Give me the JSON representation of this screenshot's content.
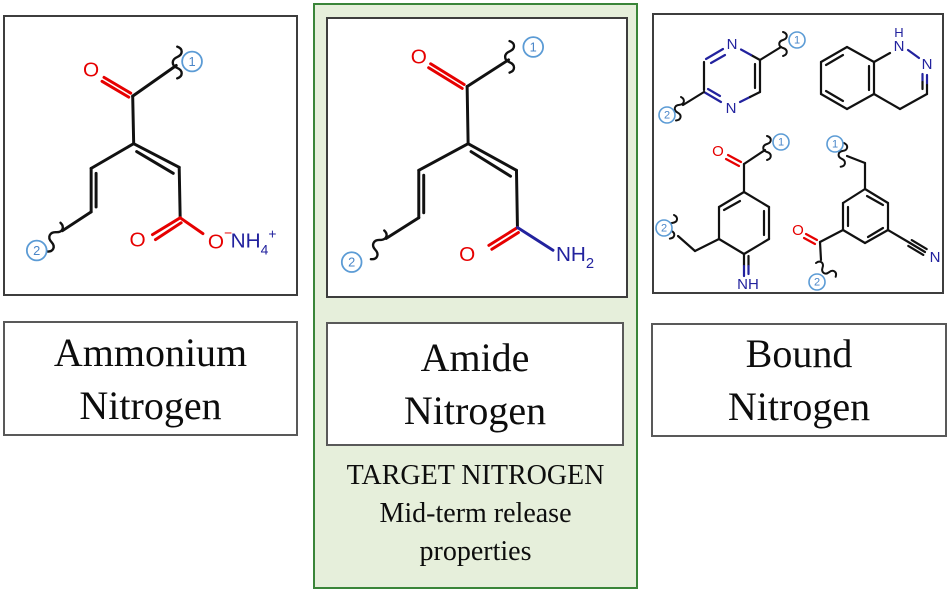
{
  "colors": {
    "bond_black": "#111111",
    "heteroatom_red": "#e60000",
    "heteroatom_blue": "#22229e",
    "attachment_circle_blue": "#5b9bd5",
    "green_panel_fill": "#e6efdb",
    "green_panel_border": "#3a8539"
  },
  "left_panel": {
    "label_line1": "Ammonium",
    "label_line2": "Nitrogen",
    "structure": {
      "carbonyl_o": "O",
      "attach_1": "1",
      "attach_2": "2",
      "acid_o": "O",
      "carboxylate_o": "O",
      "charge_minus": "−",
      "counterion": "NH",
      "counterion_sub": "4",
      "counterion_sup": "+"
    }
  },
  "middle_panel": {
    "label_line1": "Amide",
    "label_line2": "Nitrogen",
    "caption_line1": "TARGET NITROGEN",
    "caption_line2": "Mid-term release",
    "caption_line3": "properties",
    "structure": {
      "carbonyl_o": "O",
      "attach_1": "1",
      "attach_2": "2",
      "amide_o": "O",
      "amide_n": "NH",
      "amide_sub": "2"
    }
  },
  "right_panel": {
    "label_line1": "Bound",
    "label_line2": "Nitrogen",
    "pyrazine": {
      "n_top": "N",
      "n_bottom": "N",
      "attach_1": "1",
      "attach_2": "2"
    },
    "dihydrocinnoline": {
      "h": "H",
      "n1": "N",
      "n2": "N"
    },
    "imine": {
      "o": "O",
      "nh": "NH",
      "attach_1": "1",
      "attach_2": "2"
    },
    "nitrile": {
      "o": "O",
      "n": "N",
      "attach_1": "1",
      "attach_2": "2"
    }
  }
}
